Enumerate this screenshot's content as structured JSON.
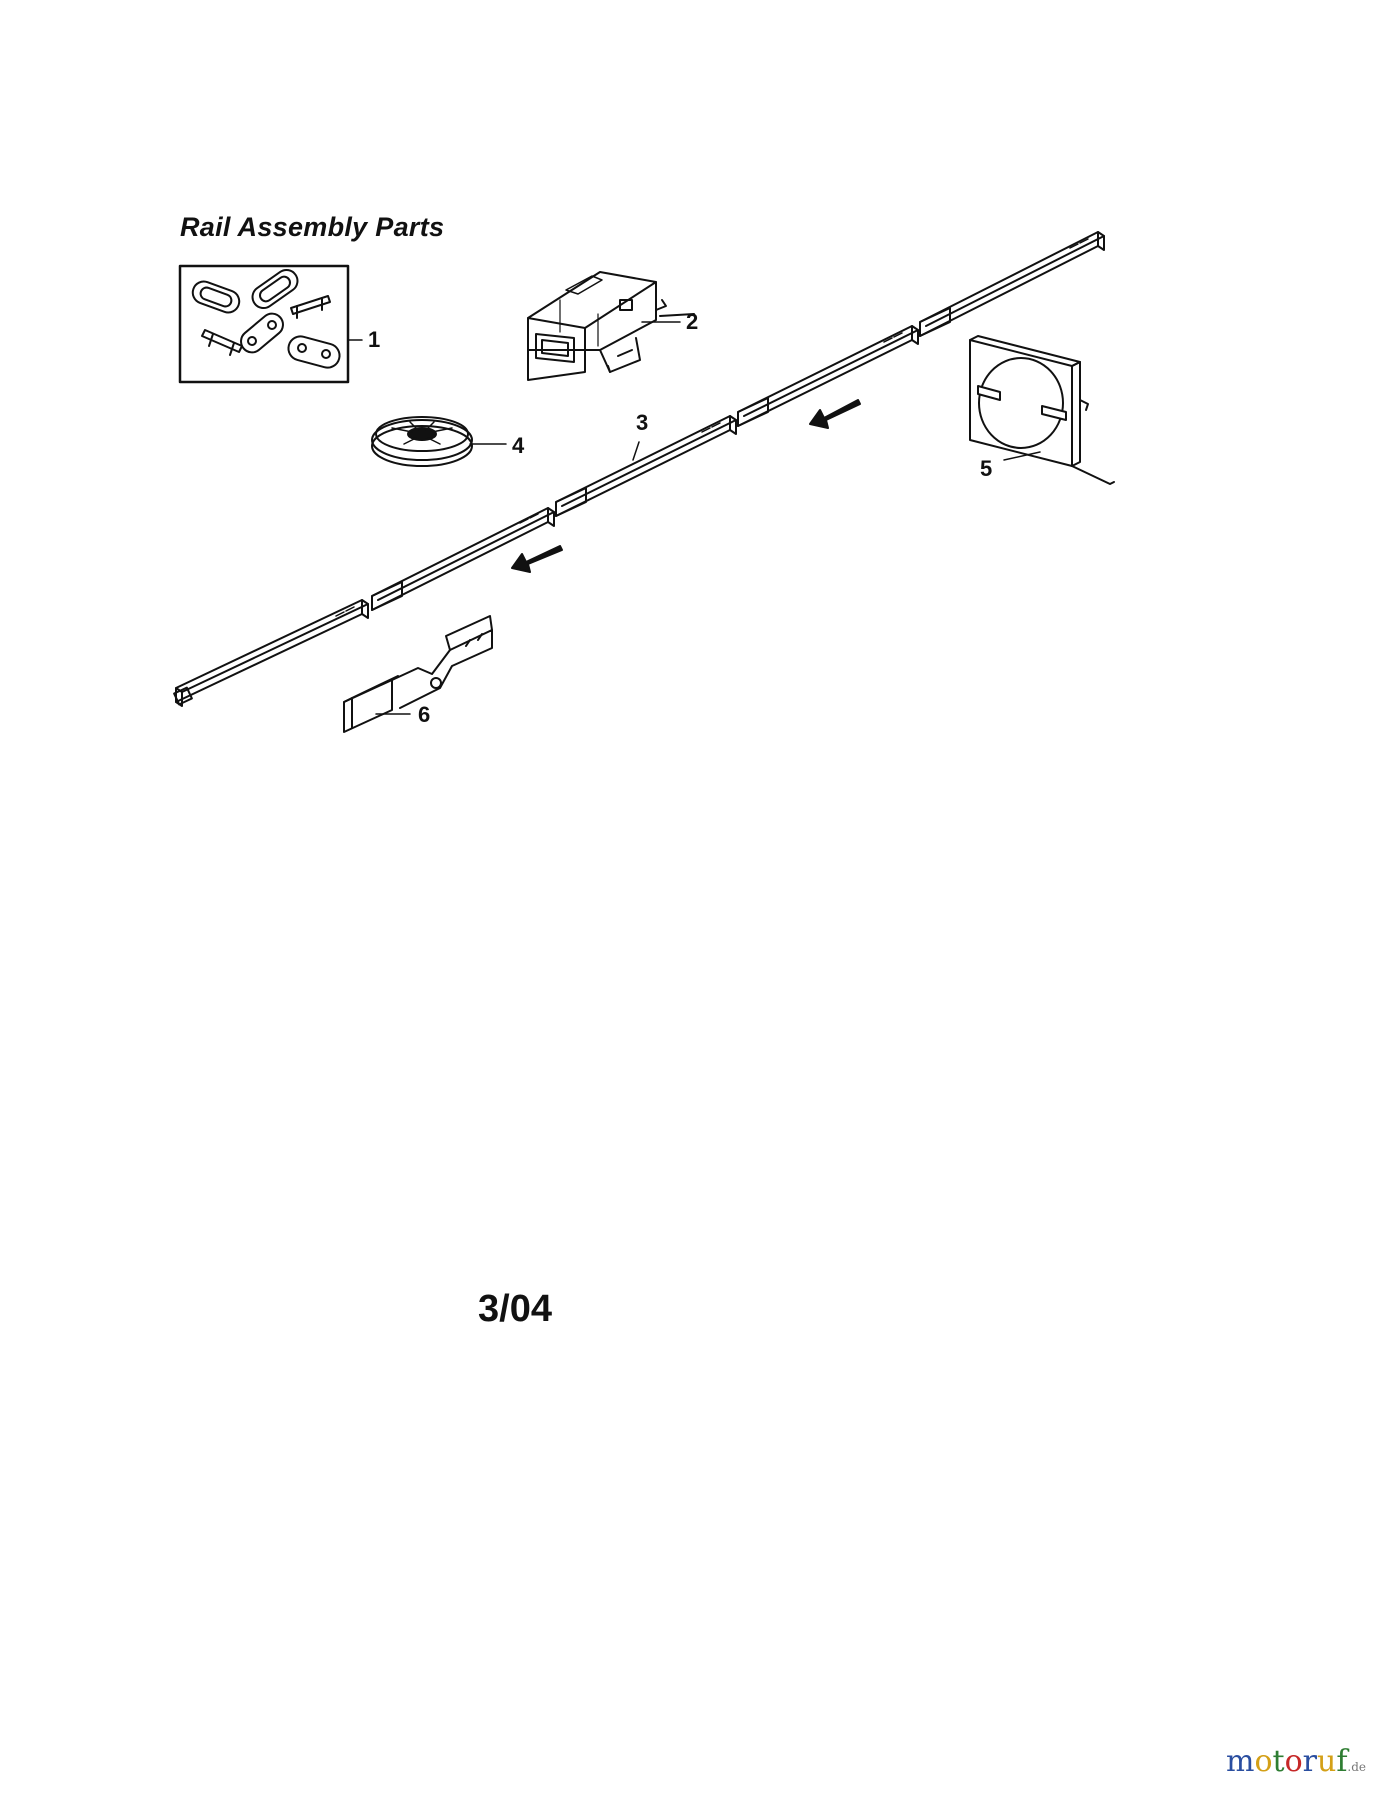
{
  "diagram": {
    "title": "Rail Assembly Parts",
    "callouts": [
      {
        "id": 1,
        "label": "1"
      },
      {
        "id": 2,
        "label": "2"
      },
      {
        "id": 3,
        "label": "3"
      },
      {
        "id": 4,
        "label": "4"
      },
      {
        "id": 5,
        "label": "5"
      },
      {
        "id": 6,
        "label": "6"
      }
    ],
    "date_code": "3/04"
  },
  "watermark": {
    "text": "motoruf",
    "suffix": ".de",
    "letter_colors": [
      "#2a4ea0",
      "#d4a017",
      "#2e7d32",
      "#c62828",
      "#2a4ea0",
      "#d4a017",
      "#2e7d32"
    ]
  }
}
